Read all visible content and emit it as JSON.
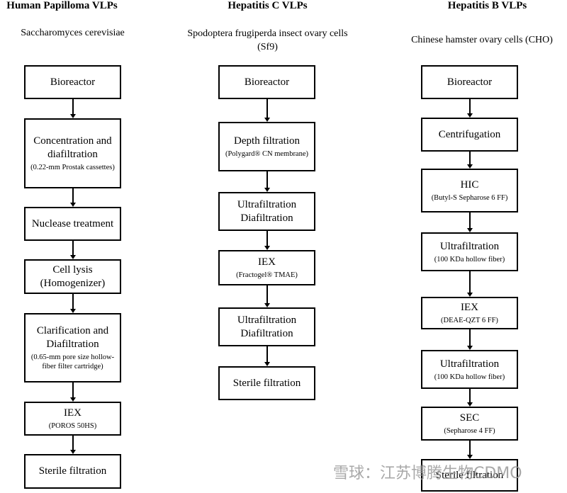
{
  "columns": [
    {
      "title": "Human Papilloma VLPs",
      "subtitle": "Saccharomyces cerevisiae",
      "steps": [
        {
          "label": "Bioreactor",
          "detail": ""
        },
        {
          "label": "Concentration and diafiltration",
          "detail": "(0.22-mm Prostak cassettes)"
        },
        {
          "label": "Nuclease treatment",
          "detail": ""
        },
        {
          "label": "Cell lysis (Homogenizer)",
          "detail": ""
        },
        {
          "label": "Clarification and Diafiltration",
          "detail": "(0.65-mm pore size hollow-fiber filter cartridge)"
        },
        {
          "label": "IEX",
          "detail": "(POROS 50HS)"
        },
        {
          "label": "Sterile filtration",
          "detail": ""
        }
      ]
    },
    {
      "title": "Hepatitis C VLPs",
      "subtitle": "Spodoptera frugiperda insect ovary cells (Sf9)",
      "steps": [
        {
          "label": "Bioreactor",
          "detail": ""
        },
        {
          "label": "Depth filtration",
          "detail": "(Polygard® CN membrane)"
        },
        {
          "label": "Ultrafiltration Diafiltration",
          "detail": ""
        },
        {
          "label": "IEX",
          "detail": "(Fractogel® TMAE)"
        },
        {
          "label": "Ultrafiltration Diafiltration",
          "detail": ""
        },
        {
          "label": "Sterile filtration",
          "detail": ""
        }
      ]
    },
    {
      "title": "Hepatitis B VLPs",
      "subtitle": "Chinese hamster ovary cells (CHO)",
      "steps": [
        {
          "label": "Bioreactor",
          "detail": ""
        },
        {
          "label": "Centrifugation",
          "detail": ""
        },
        {
          "label": "HIC",
          "detail": "(Butyl-S Sepharose 6 FF)"
        },
        {
          "label": "Ultrafiltration",
          "detail": "(100 KDa hollow fiber)"
        },
        {
          "label": "IEX",
          "detail": "(DEAE-QZT 6 FF)"
        },
        {
          "label": "Ultrafiltration",
          "detail": "(100 KDa hollow fiber)"
        },
        {
          "label": "SEC",
          "detail": "(Sepharose 4 FF)"
        },
        {
          "label": "Sterile filtration",
          "detail": ""
        }
      ]
    }
  ],
  "watermark": "雪球：江苏博腾生物CDMO"
}
